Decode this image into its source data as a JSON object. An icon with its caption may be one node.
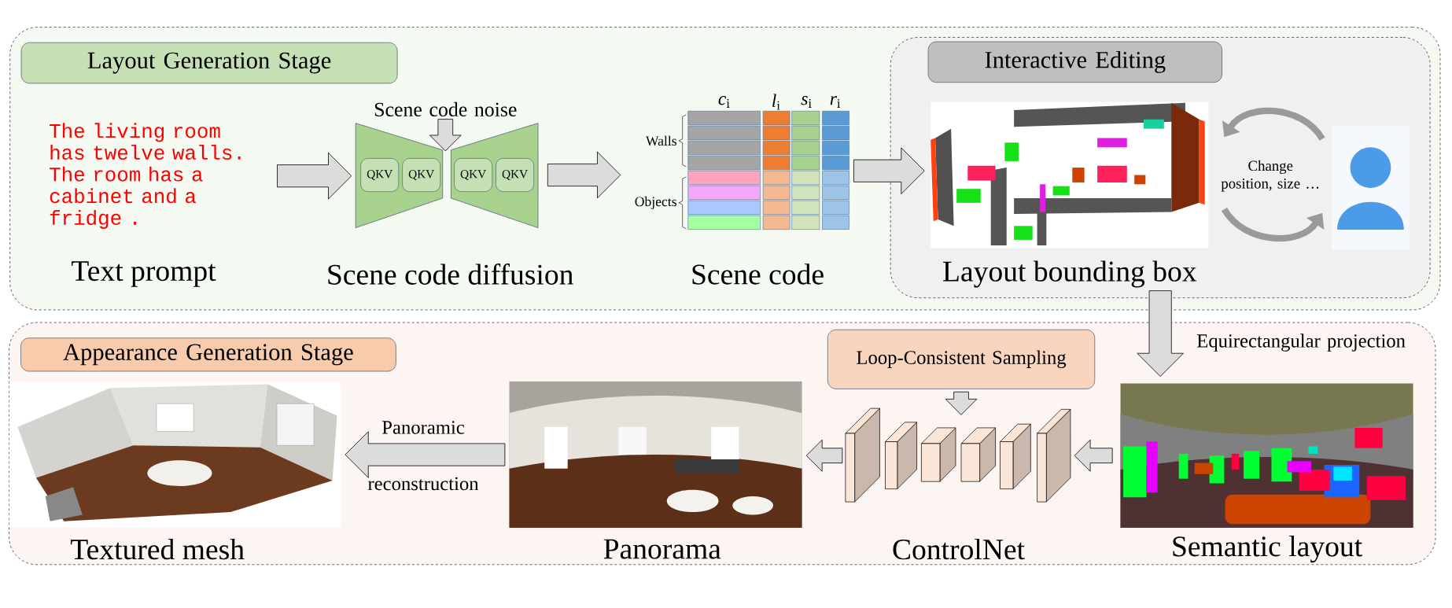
{
  "diagram": {
    "nodes": [
      {
        "text": [],
        "shape": "box"
      },
      {
        "text": [
          "Layout Generation Stage"
        ],
        "in": 0
      },
      {
        "text": [
          "The living room has twelve walls. The room has a cabinet and a fridge ."
        ],
        "beside": [
          "Text prompt"
        ],
        "in": 0
      },
      {
        "text": [],
        "shape": "trapezoid",
        "beside": [
          "Scene code diffusion"
        ],
        "in": 0
      },
      {
        "text": [
          "QKV"
        ],
        "in": 3
      },
      {
        "text": [
          "QKV"
        ],
        "in": 3
      },
      {
        "text": [
          "QKV"
        ],
        "in": 3
      },
      {
        "text": [
          "QKV"
        ],
        "in": 3
      },
      {
        "text": [
          "Scene code noise"
        ],
        "in": 0
      },
      {
        "text": [],
        "shape": "table",
        "beside": [
          "Scene code"
        ],
        "in": 0
      },
      {
        "text": [],
        "shape": "box",
        "in": 0
      },
      {
        "text": [
          "Interactive Editing"
        ],
        "in": 10
      },
      {
        "text": [],
        "shape": "picture",
        "beside": [
          "Layout bounding box"
        ],
        "in": 10
      },
      {
        "text": [
          "Change position, size …"
        ],
        "in": 10
      },
      {
        "text": [],
        "shape": "person",
        "in": 10
      },
      {
        "text": [],
        "shape": "box"
      },
      {
        "text": [
          "Appearance Generation Stage"
        ],
        "in": 15
      },
      {
        "text": [],
        "shape": "picture",
        "beside": [
          "Textured mesh"
        ],
        "in": 15
      },
      {
        "text": [],
        "shape": "picture",
        "beside": [
          "Panorama"
        ],
        "in": 15
      },
      {
        "text": [
          "Loop-Consistent Sampling"
        ],
        "in": 15
      },
      {
        "text": [],
        "shape": "picture",
        "beside": [
          "ControlNet"
        ],
        "in": 15
      },
      {
        "text": [],
        "shape": "picture",
        "beside": [
          "Semantic layout"
        ],
        "in": 15
      }
    ],
    "edges": [
      {
        "from": 2,
        "to": 3,
        "arrow": "to"
      },
      {
        "from": 8,
        "to": 3,
        "arrow": "to"
      },
      {
        "from": 3,
        "to": 9,
        "arrow": "to"
      },
      {
        "from": 9,
        "to": 12,
        "arrow": "to"
      },
      {
        "from": 12,
        "to": 21,
        "arrow": "to",
        "label": "Equirectangular projection"
      },
      {
        "from": 19,
        "to": 20,
        "arrow": "to"
      },
      {
        "from": 21,
        "to": 20,
        "arrow": "to"
      },
      {
        "from": 20,
        "to": 18,
        "arrow": "to"
      },
      {
        "from": 18,
        "to": 17,
        "arrow": "to",
        "label": "Panoramic reconstruction"
      }
    ],
    "labels": [
      "*c*$_{i}$",
      "*l*$_{i}$",
      "*s*$_{i}$",
      "*r*$_{i}$",
      "Walls",
      "Objects"
    ]
  }
}
